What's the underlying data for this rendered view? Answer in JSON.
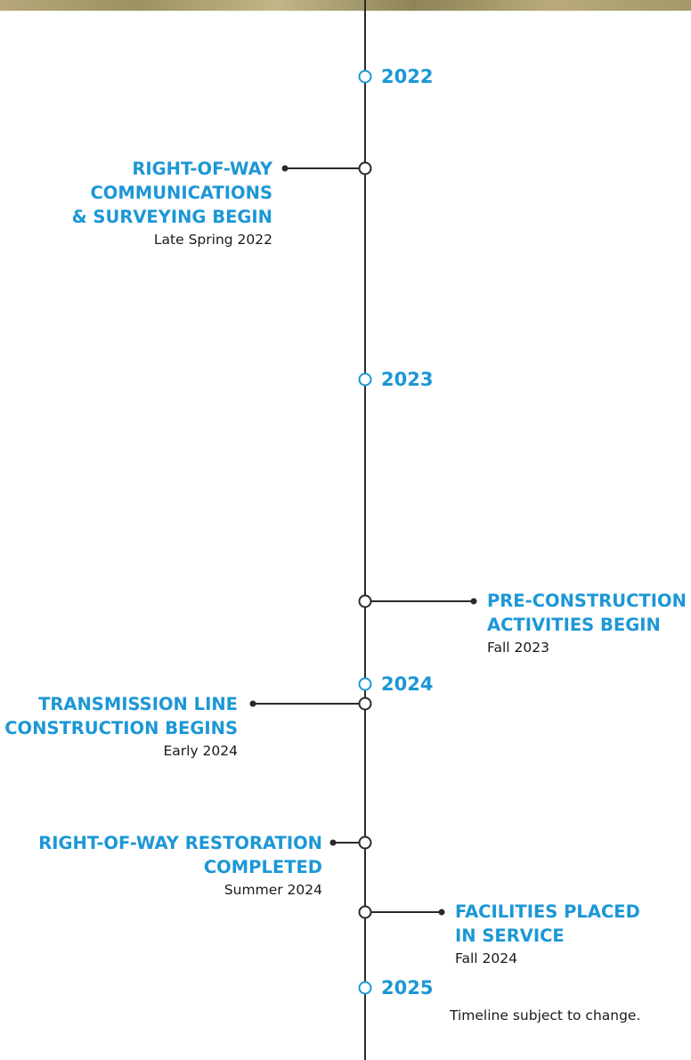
{
  "colors": {
    "accent": "#1c97d6",
    "line": "#2a2a2a",
    "text": "#1a1a1a"
  },
  "years": {
    "y2022": "2022",
    "y2023": "2023",
    "y2024": "2024",
    "y2025": "2025"
  },
  "events": {
    "row_comms": {
      "title_1": "RIGHT-OF-WAY",
      "title_2": "COMMUNICATIONS",
      "title_3": "& SURVEYING BEGIN",
      "date": "Late Spring 2022"
    },
    "preconstruction": {
      "title_1": "PRE-CONSTRUCTION",
      "title_2": "ACTIVITIES BEGIN",
      "date": "Fall 2023"
    },
    "transmission": {
      "title_1": "TRANSMISSION LINE",
      "title_2": "CONSTRUCTION BEGINS",
      "date": "Early 2024"
    },
    "restoration": {
      "title_1": "RIGHT-OF-WAY RESTORATION",
      "title_2": "COMPLETED",
      "date": "Summer 2024"
    },
    "facilities": {
      "title_1": "FACILITIES PLACED",
      "title_2": "IN SERVICE",
      "date": "Fall 2024"
    }
  },
  "note": "Timeline subject to change."
}
